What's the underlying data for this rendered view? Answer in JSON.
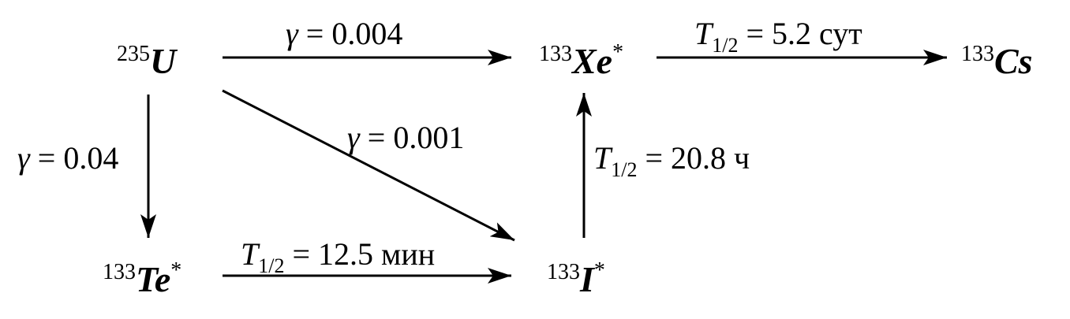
{
  "nodes": {
    "u235": {
      "mass": "235",
      "symbol": "U",
      "star": ""
    },
    "xe133": {
      "mass": "133",
      "symbol": "Xe",
      "star": "*"
    },
    "cs133": {
      "mass": "133",
      "symbol": "Cs",
      "star": ""
    },
    "te133": {
      "mass": "133",
      "symbol": "Te",
      "star": "*"
    },
    "i133": {
      "mass": "133",
      "symbol": "I",
      "star": "*"
    }
  },
  "edges": {
    "u_xe": {
      "var": "γ",
      "value": "= 0.004"
    },
    "xe_cs": {
      "var": "T",
      "sub": "1/2",
      "value": "= 5.2 сут"
    },
    "u_te": {
      "var": "γ",
      "value": "= 0.04"
    },
    "u_i": {
      "var": "γ",
      "value": "= 0.001"
    },
    "i_xe": {
      "var": "T",
      "sub": "1/2",
      "value": "= 20.8 ч"
    },
    "te_i": {
      "var": "T",
      "sub": "1/2",
      "value": "= 12.5 мин"
    }
  }
}
